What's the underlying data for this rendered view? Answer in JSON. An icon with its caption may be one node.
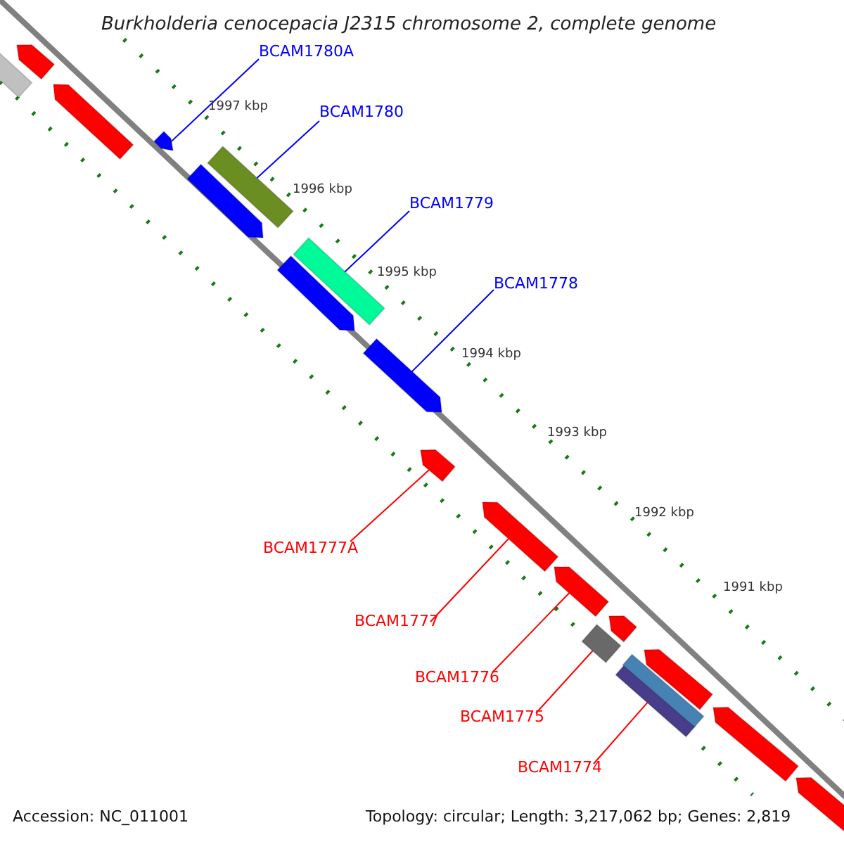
{
  "diagram": {
    "title": "Burkholderia cenocepacia J2315 chromosome 2, complete genome",
    "nodes": [
      {
        "text": [
          "BCAM1780A"
        ]
      },
      {
        "text": [
          "BCAM1780"
        ]
      },
      {
        "text": [
          "BCAM1779"
        ]
      },
      {
        "text": [
          "BCAM1778"
        ]
      },
      {
        "text": [
          "BCAM1777A"
        ]
      },
      {
        "text": [
          "BCAM1777"
        ]
      },
      {
        "text": [
          "BCAM1776"
        ]
      },
      {
        "text": [
          "BCAM1775"
        ]
      },
      {
        "text": [
          "BCAM1774"
        ]
      },
      {
        "text": [],
        "shape": "arrow"
      },
      {
        "text": [],
        "shape": "bar"
      },
      {
        "text": [],
        "shape": "bar"
      },
      {
        "text": [],
        "shape": "arrow"
      },
      {
        "text": [],
        "shape": "arrow"
      },
      {
        "text": [],
        "shape": "arrow"
      },
      {
        "text": [],
        "shape": "arrow"
      },
      {
        "text": [],
        "shape": "box"
      },
      {
        "text": [],
        "shape": "bar"
      },
      {
        "text": [],
        "shape": "bar"
      },
      {
        "text": [],
        "shape": "arrow"
      },
      {
        "text": [],
        "shape": "arrow"
      },
      {
        "text": [],
        "shape": "arrow"
      },
      {
        "text": [],
        "shape": "arrow"
      },
      {
        "text": [],
        "shape": "arrow"
      },
      {
        "text": [],
        "shape": "arrow"
      },
      {
        "text": [],
        "shape": "arrow"
      },
      {
        "text": [],
        "shape": "arrow"
      },
      {
        "text": [],
        "shape": "bar"
      }
    ],
    "edges": [
      {
        "from": 0,
        "to": 9,
        "arrow": "none",
        "color": "#0000ff"
      },
      {
        "from": 1,
        "to": 10,
        "arrow": "none",
        "color": "#0000ff"
      },
      {
        "from": 2,
        "to": 11,
        "arrow": "none",
        "color": "#0000ff"
      },
      {
        "from": 3,
        "to": 12,
        "arrow": "none",
        "color": "#0000ff"
      },
      {
        "from": 4,
        "to": 13,
        "arrow": "none"
      },
      {
        "from": 5,
        "to": 14,
        "arrow": "none"
      },
      {
        "from": 6,
        "to": 15,
        "arrow": "none"
      },
      {
        "from": 7,
        "to": 16,
        "arrow": "none"
      },
      {
        "from": 8,
        "to": 17,
        "arrow": "none"
      }
    ],
    "labels": [
      "1997 kbp",
      "1996 kbp",
      "1995 kbp",
      "1994 kbp",
      "1993 kbp",
      "1992 kbp",
      "1991 kbp",
      "Accession: NC_011001",
      "Topology: circular; Length: 3,217,062 bp; Genes: 2,819"
    ]
  }
}
